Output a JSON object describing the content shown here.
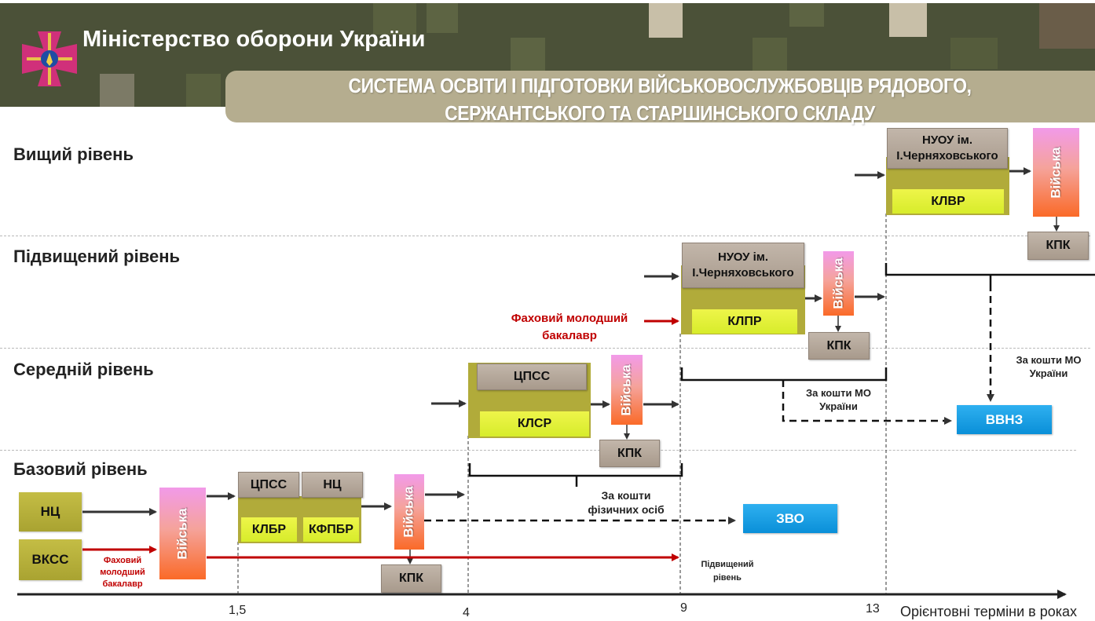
{
  "header": {
    "ministry": "Міністерство оборони України",
    "title_line1": "СИСТЕМА ОСВІТИ І ПІДГОТОВКИ ВІЙСЬКОВОСЛУЖБОВЦІВ РЯДОВОГО,",
    "title_line2": "СЕРЖАНТСЬКОГО ТА СТАРШИНСЬКОГО СКЛАДУ",
    "emblem_icon": "ministry-of-defence-cross-emblem-icon",
    "colors": {
      "header_bg": "#4b5138",
      "title_pill": "#b5ad8f"
    }
  },
  "levels": {
    "highest": "Вищий рівень",
    "advanced": "Підвищений рівень",
    "middle": "Середній рівень",
    "basic": "Базовий рівень"
  },
  "boxes": {
    "nc1": "НЦ",
    "vkss": "ВКСС",
    "troops": "Війська",
    "cpss1": "ЦПСС",
    "nc2": "НЦ",
    "klbr": "КЛБР",
    "kfpbr": "КФПБР",
    "kpk": "КПК",
    "cpss2": "ЦПСС",
    "klsr": "КЛСР",
    "nuou1": "НУОУ ім. І.Черняховського",
    "klpr": "КЛПР",
    "nuou2": "НУОУ ім. І.Черняховського",
    "klvr": "КЛВР",
    "vvnz": "ВВНЗ",
    "zvo": "ЗВО"
  },
  "notes": {
    "junior_bachelor_big": "Фаховий молодший бакалавр",
    "junior_bachelor_small": "Фаховий молодший бакалавр",
    "individuals_funds": "За кошти фізичних осіб",
    "mo_funds1": "За кошти МО України",
    "mo_funds2": "За кошти МО України",
    "advanced_level": "Підвищений рівень"
  },
  "axis": {
    "ticks": [
      "1,5",
      "4",
      "9",
      "13"
    ],
    "label": "Орієнтовні терміни в роках"
  }
}
